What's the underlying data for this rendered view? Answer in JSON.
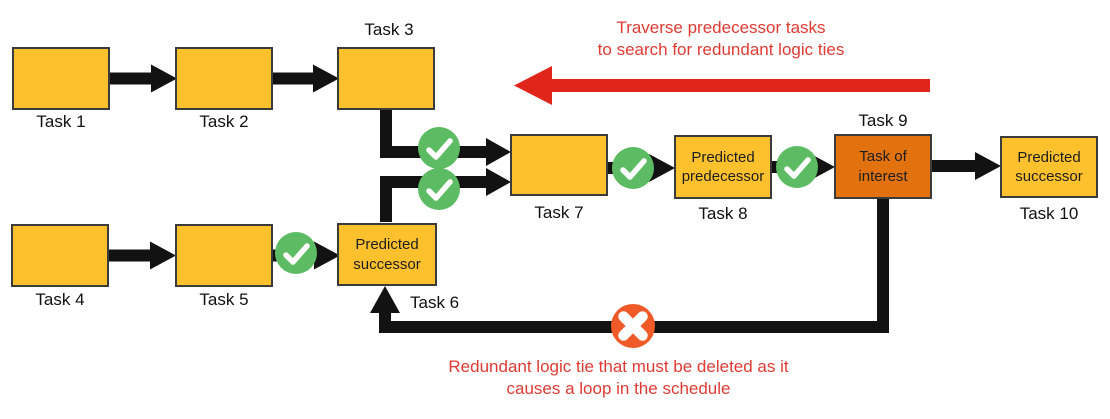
{
  "tasks": {
    "t1": {
      "label": "Task 1",
      "body": ""
    },
    "t2": {
      "label": "Task 2",
      "body": ""
    },
    "t3": {
      "label": "Task 3",
      "body": ""
    },
    "t4": {
      "label": "Task 4",
      "body": ""
    },
    "t5": {
      "label": "Task 5",
      "body": ""
    },
    "t6": {
      "label": "Task 6",
      "body": "Predicted successor"
    },
    "t7": {
      "label": "Task 7",
      "body": ""
    },
    "t8": {
      "label": "Task 8",
      "body": "Predicted predecessor"
    },
    "t9": {
      "label": "Task 9",
      "body": "Task of interest"
    },
    "t10": {
      "label": "Task 10",
      "body": "Predicted successor"
    }
  },
  "notes": {
    "top": {
      "line1": "Traverse predecessor tasks",
      "line2": "to search for redundant logic ties"
    },
    "bottom": {
      "line1": "Redundant logic tie that must be deleted as it",
      "line2": "causes a loop in the schedule"
    }
  },
  "icons": {
    "check": "check-icon",
    "cross": "cross-icon",
    "traverse_arrow": "left-arrow-icon"
  },
  "colors": {
    "task_fill": "#FEC12E",
    "task_highlight_fill": "#E2720D",
    "task_border": "#3B3B3B",
    "connector_black": "#121212",
    "check_green": "#5DBB63",
    "cross_orange_red": "#F05A28",
    "note_red": "#E03B33",
    "traverse_arrow_red": "#E0261A"
  }
}
